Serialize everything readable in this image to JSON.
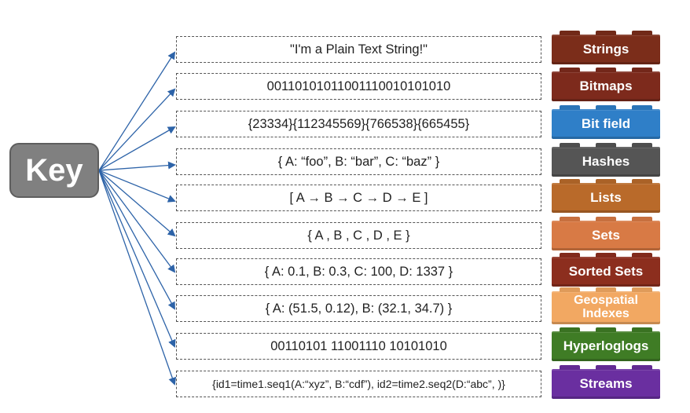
{
  "key_label": "Key",
  "rows": [
    {
      "value": "\"I'm a Plain Text String!\"",
      "type": "Strings",
      "color": "#7b2d1a"
    },
    {
      "value": "00110101011001110010101010",
      "type": "Bitmaps",
      "color": "#7d2a1c"
    },
    {
      "value": "{23334}{112345569}{766538}{665455}",
      "type": "Bit field",
      "color": "#2f7fc8"
    },
    {
      "value": "{ A: “foo”, B: “bar”, C: “baz”  }",
      "type": "Hashes",
      "color": "#555555"
    },
    {
      "value": "[ A → B → C → D → E ]",
      "type": "Lists",
      "color": "#b96a2a"
    },
    {
      "value": "{  A , B , C , D , E  }",
      "type": "Sets",
      "color": "#d87a45"
    },
    {
      "value": "{ A: 0.1, B: 0.3, C: 100, D: 1337 }",
      "type": "Sorted Sets",
      "color": "#8c2e1e"
    },
    {
      "value": "{ A: (51.5, 0.12), B: (32.1, 34.7)  }",
      "type": "Geospatial Indexes",
      "color": "#f2a862"
    },
    {
      "value": "00110101 11001110 10101010",
      "type": "Hyperloglogs",
      "color": "#3f7c25"
    },
    {
      "value": "{id1=time1.seq1(A:“xyz”, B:“cdf”), id2=time2.seq2(D:“abc”, )}",
      "type": "Streams",
      "color": "#6a2fa0"
    }
  ],
  "colors": {
    "arrow": "#2d63a8",
    "key_fill": "#808080",
    "dashed_border": "#555555"
  }
}
